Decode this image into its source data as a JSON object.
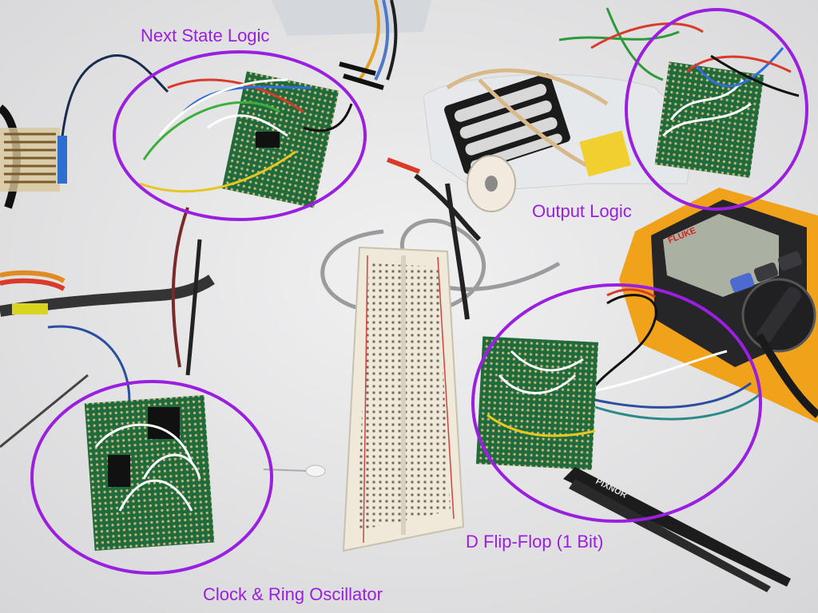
{
  "labels": {
    "next_state": "Next State Logic",
    "output": "Output Logic",
    "dflipflop": "D Flip-Flop (1 Bit)",
    "clock": "Clock & Ring Oscillator"
  },
  "colors": {
    "annotation": "#9a1fe0",
    "surface": "#e9e9ea",
    "pcb_green": "#1e6a3c",
    "breadboard": "#efe8d8",
    "multimeter_yellow": "#f0a21a",
    "multimeter_body": "#2a2a2e"
  },
  "branding": {
    "multimeter_brand": "FLUKE",
    "tweezers_brand": "PIXNOR"
  }
}
